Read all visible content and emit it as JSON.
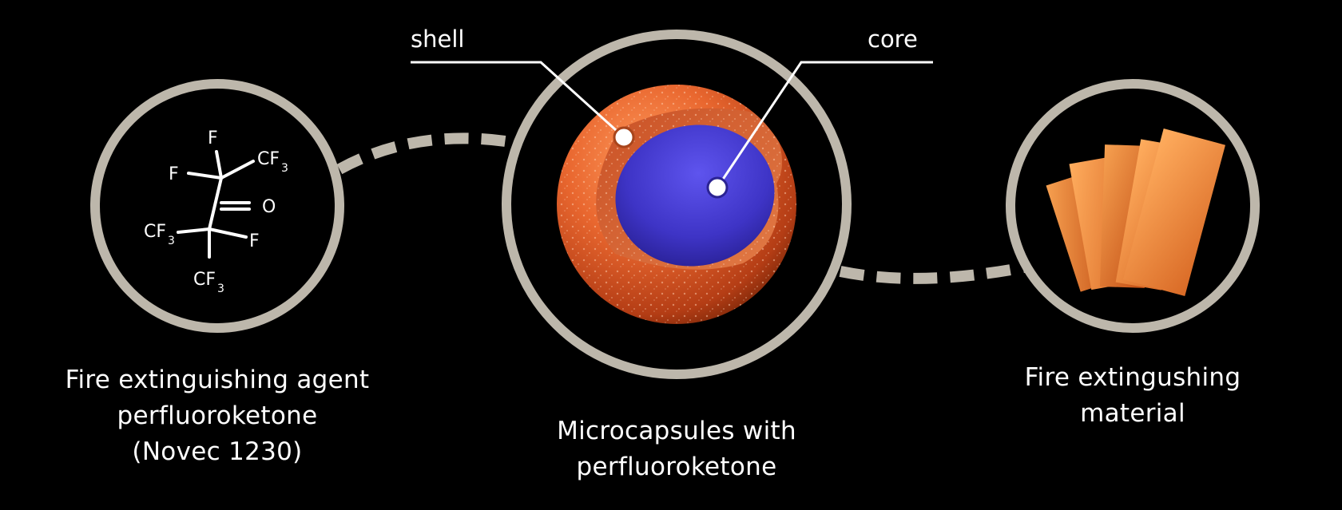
{
  "labels": {
    "shell": "shell",
    "core": "core"
  },
  "captions": {
    "left": [
      "Fire extinguishing agent",
      "perfluoroketone",
      "(Novec 1230)"
    ],
    "middle": [
      "Microcapsules with",
      "perfluoroketone"
    ],
    "right": [
      "Fire extingushing",
      "material"
    ]
  },
  "molecule": {
    "f_top": "F",
    "f_left": "F",
    "f_right": "F",
    "cf3": "CF",
    "sub3": "3",
    "oxygen": "O"
  },
  "colors": {
    "background": "#000000",
    "ring": "#bdb7ab",
    "text": "#ffffff",
    "shell": "#e0602c",
    "core": "#4a3fd6",
    "material": "#ef8a36"
  }
}
